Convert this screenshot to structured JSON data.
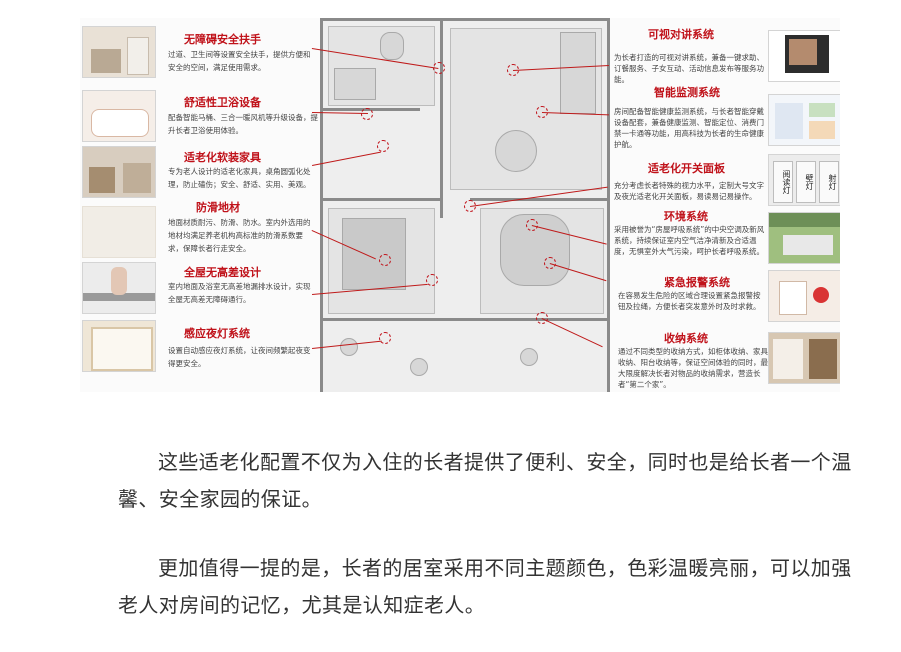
{
  "features_left": [
    {
      "title": "无障碍安全扶手",
      "desc": "过道、卫生间等设置安全扶手，提供方便和安全的空间，满足使用需求。"
    },
    {
      "title": "舒适性卫浴设备",
      "desc": "配备智能马桶、三合一暖风机等升级设备，提升长者卫浴使用体验。"
    },
    {
      "title": "适老化软装家具",
      "desc": "专为老人设计的适老化家具，桌角圆弧化处理，防止磕伤；安全、舒适、实用、美观。"
    },
    {
      "title": "防滑地材",
      "desc": "地面材质耐污、防滑、防水。室内外选用的地材均满足养老机构高标准的防滑系数要求，保障长者行走安全。"
    },
    {
      "title": "全屋无高差设计",
      "desc": "室内地面及浴室无高差地漏排水设计，实现全屋无高差无障碍通行。"
    },
    {
      "title": "感应夜灯系统",
      "desc": "设置自动感应夜灯系统，让夜间频繁起夜变得更安全。"
    }
  ],
  "features_right": [
    {
      "title": "可视对讲系统",
      "desc": "为长者打造的可视对讲系统，兼备一键求助、订餐服务、子女互动、活动信息发布等服务功能。"
    },
    {
      "title": "智能监测系统",
      "desc": "房间配备智能健康监测系统，与长者智能穿戴设备配套，兼备健康监测、智能定位、消费门禁一卡通等功能，用高科技为长者的生命健康护航。"
    },
    {
      "title": "适老化开关面板",
      "desc": "充分考虑长者特殊的视力水平，定制大号文字及夜光适老化开关面板，易读易记易操作。"
    },
    {
      "title": "环境系统",
      "desc": "采用被誉为“房屋呼吸系统”的中央空调及新风系统，持续保证室内空气洁净清新及合适温度，无惧室外大气污染，呵护长者呼吸系统。"
    },
    {
      "title": "紧急报警系统",
      "desc": "在容易发生危险的区域合理设置紧急报警按钮及拉绳，方便长者突发意外时及时求救。"
    },
    {
      "title": "收纳系统",
      "desc": "通过不同类型的收纳方式，如柜体收纳、家具收纳、阳台收纳等，保证空间体验的同时，最大限度解决长者对物品的收纳需求，营造长者“第二个家”。"
    }
  ],
  "switch_panel_labels": [
    "阅读灯",
    "壁灯",
    "射灯"
  ],
  "paragraphs": [
    "这些适老化配置不仅为入住的长者提供了便利、安全，同时也是给长者一个温馨、安全家园的保证。",
    "更加值得一提的是，长者的居室采用不同主题颜色，色彩温暖亮丽，可以加强老人对房间的记忆，尤其是认知症老人。"
  ],
  "colors": {
    "accent": "#c0121a",
    "body_text": "#333333"
  }
}
